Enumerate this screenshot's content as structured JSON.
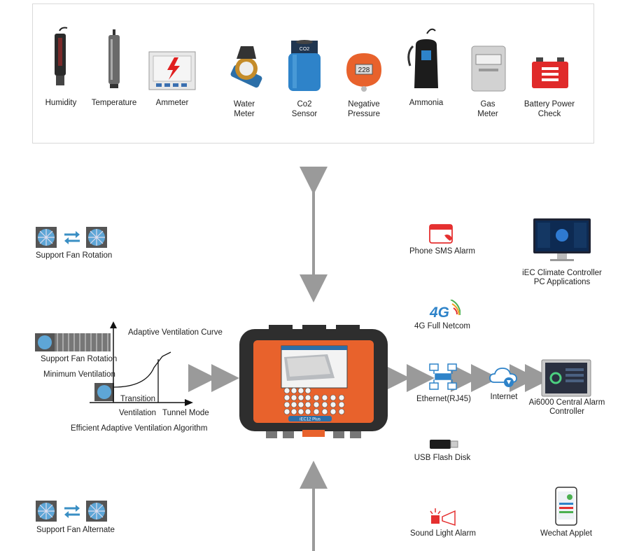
{
  "sensors": [
    {
      "label": "Humidity",
      "icon": "humidity-probe-icon"
    },
    {
      "label": "Temperature",
      "icon": "temperature-probe-icon"
    },
    {
      "label": "Ammeter",
      "icon": "ammeter-icon"
    },
    {
      "label": "Water\nMeter",
      "icon": "water-meter-icon"
    },
    {
      "label": "Co2\nSensor",
      "icon": "co2-sensor-icon"
    },
    {
      "label": "Negative\nPressure",
      "icon": "pressure-sensor-icon"
    },
    {
      "label": "Ammonia",
      "icon": "ammonia-sensor-icon"
    },
    {
      "label": "Gas\nMeter",
      "icon": "gas-meter-icon"
    },
    {
      "label": "Battery Power\nCheck",
      "icon": "battery-icon"
    }
  ],
  "sensor_display": {
    "pressure_reading": "228"
  },
  "left": {
    "fan_rotation": "Support Fan Rotation",
    "adaptive_curve": "Adaptive Ventilation Curve",
    "support_fan_rotation_2": "Support Fan Rotation",
    "minimum_ventilation": "Minimum Ventilation",
    "transition": "Transition",
    "ventilation": "Ventilation",
    "tunnel_mode": "Tunnel Mode",
    "algorithm": "Efficient Adaptive Ventilation Algorithm",
    "fan_alternate": "Support Fan Alternate"
  },
  "controller": {
    "badge": "iEC12 Plus"
  },
  "right": {
    "phone_sms": "Phone SMS Alarm",
    "pc_app_line1": "iEC Climate Controller",
    "pc_app_line2": "PC Applications",
    "fourg_logo": "4G",
    "fourg": "4G Full Netcom",
    "ethernet": "Ethernet(RJ45)",
    "internet": "Internet",
    "ai6000_line1": "Ai6000 Central Alarm",
    "ai6000_line2": "Controller",
    "usb": "USB Flash Disk",
    "sound_light": "Sound Light Alarm",
    "wechat": "Wechat Applet"
  },
  "colors": {
    "accent_orange": "#e8622c",
    "arrow_gray": "#9a9a9a",
    "fan_blue": "#3a8fc4",
    "dark_case": "#2e2e2e"
  }
}
